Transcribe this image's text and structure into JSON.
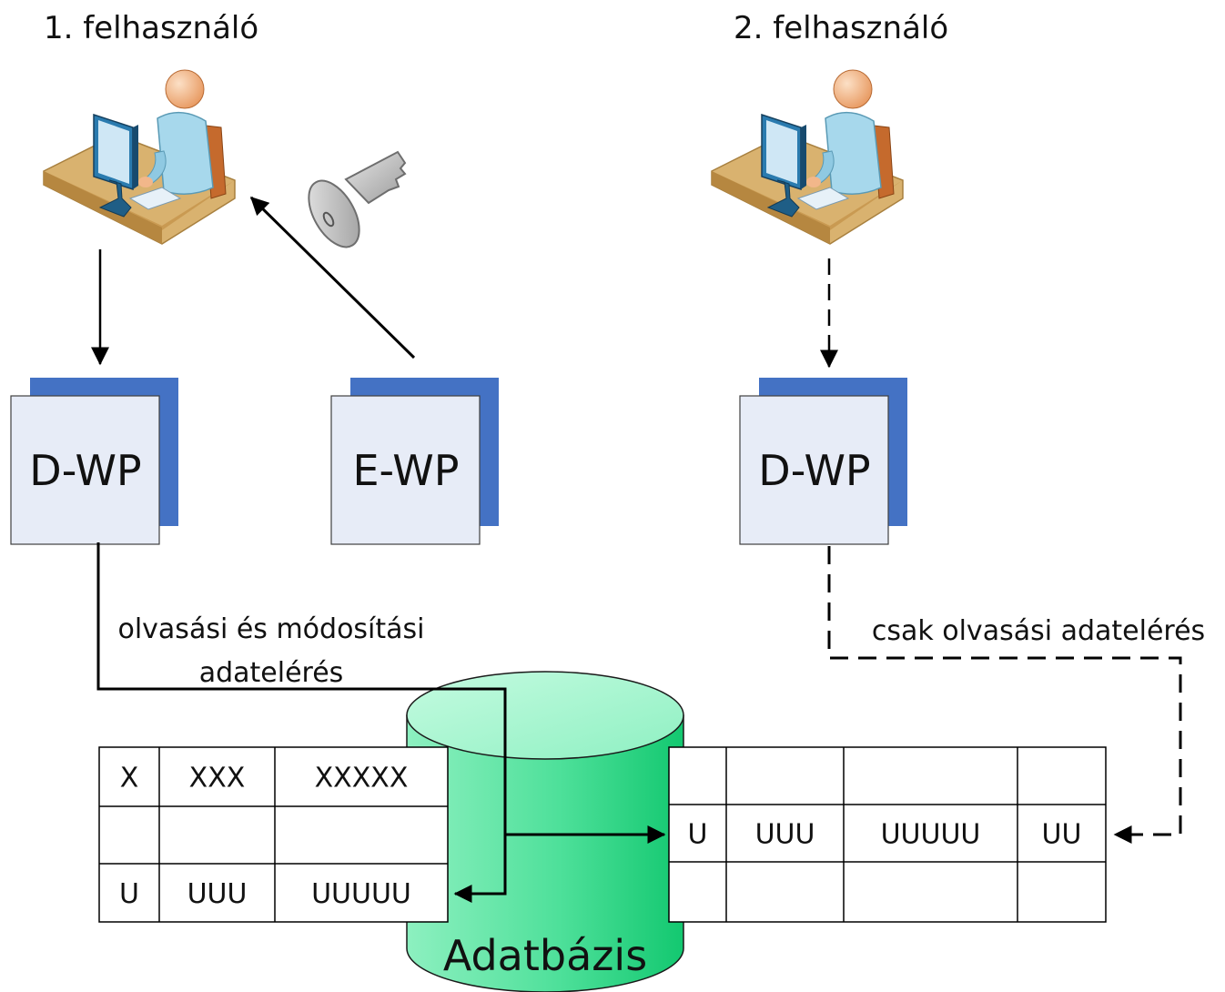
{
  "users": {
    "user1_label": "1. felhasználó",
    "user2_label": "2. felhasználó"
  },
  "processes": {
    "dwp1": "D-WP",
    "ewp": "E-WP",
    "dwp2": "D-WP"
  },
  "edges": {
    "rw_access_line1": "olvasási és módosítási",
    "rw_access_line2": "adatelérés",
    "readonly_access": "csak olvasási adatelérés"
  },
  "database": {
    "label": "Adatbázis"
  },
  "left_table": {
    "rows": [
      [
        "X",
        "XXX",
        "XXXXX"
      ],
      [
        "",
        "",
        ""
      ],
      [
        "U",
        "UUU",
        "UUUUU"
      ]
    ]
  },
  "right_table": {
    "rows": [
      [
        "",
        "",
        "",
        ""
      ],
      [
        "U",
        "UUU",
        "UUUUU",
        "UU"
      ],
      [
        "",
        "",
        "",
        ""
      ]
    ]
  },
  "icons": {
    "user1": "user-at-computer-icon",
    "user2": "user-at-computer-icon",
    "key": "key-icon",
    "database": "database-cylinder-icon"
  },
  "colors": {
    "process_fill": "#E7ECF7",
    "process_shadow": "#4472C4",
    "db_top": "#A8F5D0",
    "db_body": "#3FD98C",
    "skin": "#F2B78A",
    "shirt": "#9FD3E8",
    "desk": "#D9B26F"
  }
}
